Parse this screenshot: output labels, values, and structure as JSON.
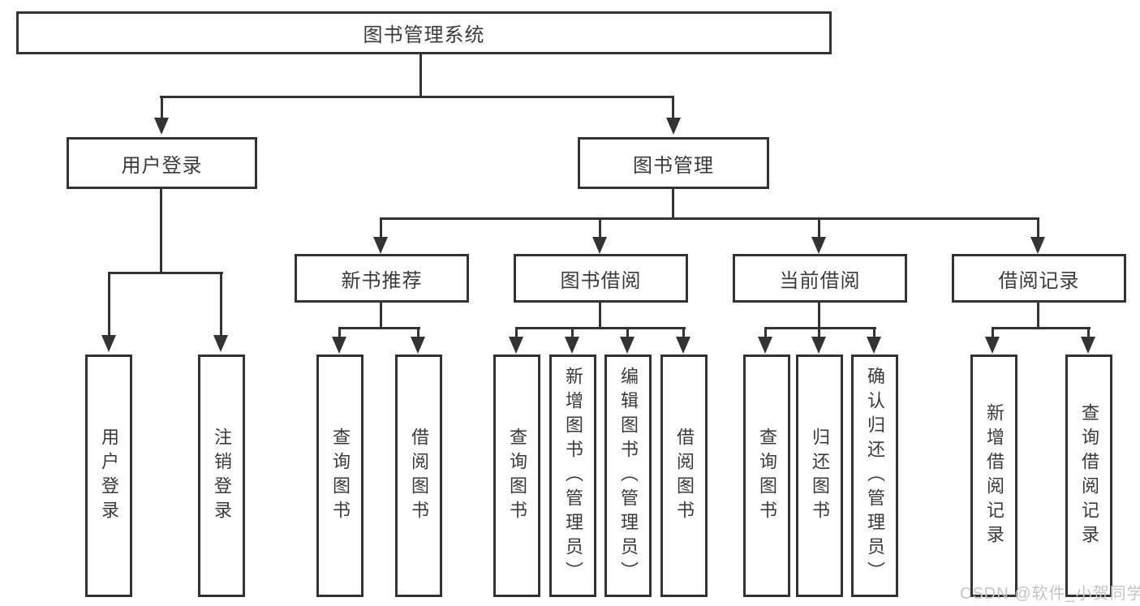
{
  "diagram": {
    "root": {
      "label": "图书管理系统"
    },
    "level2": [
      {
        "label": "用户登录"
      },
      {
        "label": "图书管理"
      }
    ],
    "level3": [
      {
        "label": "新书推荐"
      },
      {
        "label": "图书借阅"
      },
      {
        "label": "当前借阅"
      },
      {
        "label": "借阅记录"
      }
    ],
    "leaf_groups": [
      {
        "parent": "用户登录",
        "items": [
          {
            "label": "用户登录"
          },
          {
            "label": "注销登录"
          }
        ]
      },
      {
        "parent": "新书推荐",
        "items": [
          {
            "label": "查询图书"
          },
          {
            "label": "借阅图书"
          }
        ]
      },
      {
        "parent": "图书借阅",
        "items": [
          {
            "label": "查询图书"
          },
          {
            "label": "新增图书（管理员）"
          },
          {
            "label": "编辑图书（管理员）"
          },
          {
            "label": "借阅图书"
          }
        ]
      },
      {
        "parent": "当前借阅",
        "items": [
          {
            "label": "查询图书"
          },
          {
            "label": "归还图书"
          },
          {
            "label": "确认归还（管理员）"
          }
        ]
      },
      {
        "parent": "借阅记录",
        "items": [
          {
            "label": "新增借阅记录"
          },
          {
            "label": "查询借阅记录"
          }
        ]
      }
    ]
  },
  "watermark": {
    "text": "CSDN @软件_小贺同学"
  },
  "colors": {
    "line": "#333333",
    "text": "#3a3a3a",
    "box_background": "#ffffff",
    "page_background": "#ffffff",
    "watermark": "#c4c4c4"
  }
}
